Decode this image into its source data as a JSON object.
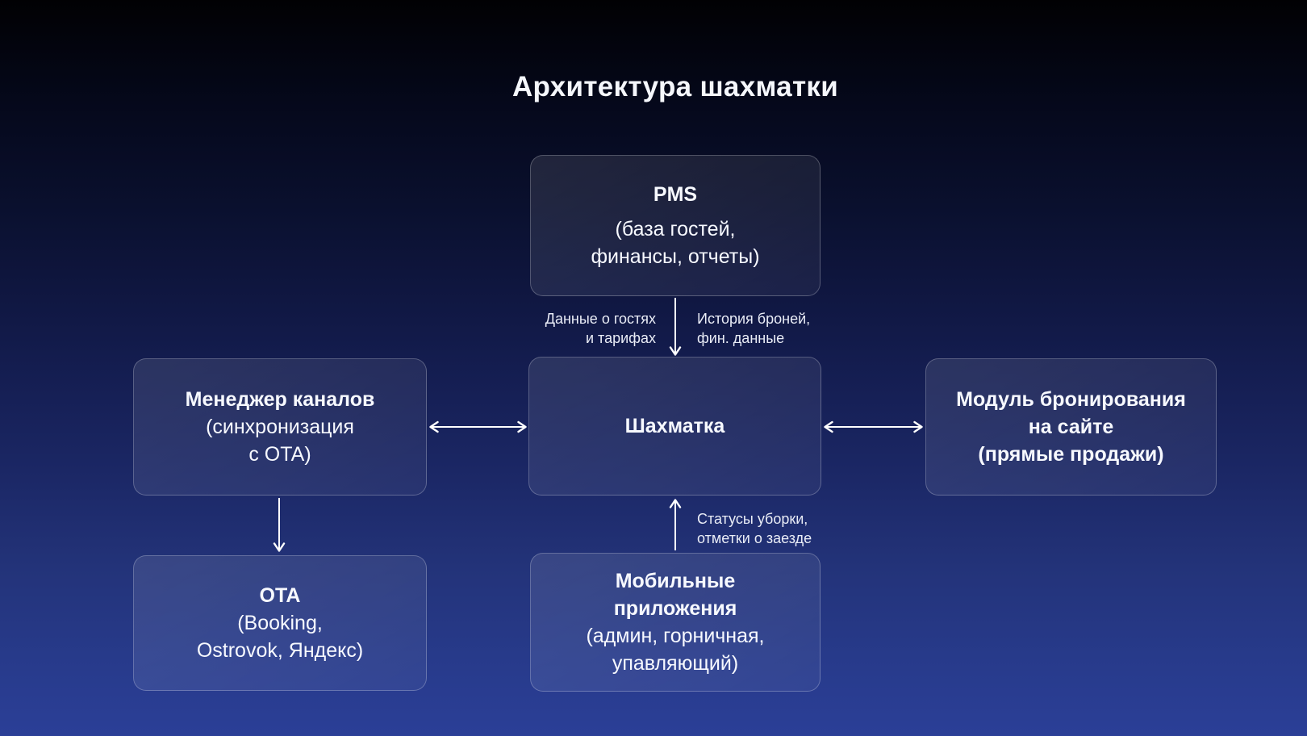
{
  "title": "Архитектура шахматки",
  "nodes": {
    "pms": {
      "title": "PMS",
      "subtitle": "(база гостей,\nфинансы, отчеты)"
    },
    "chessboard": {
      "title": "Шахматка"
    },
    "channel_manager": {
      "title": "Менеджер каналов",
      "subtitle": "(синхронизация\nс OTA)"
    },
    "booking_module": {
      "title": "Модуль бронирования\nна сайте\n(прямые продажи)"
    },
    "ota": {
      "title": "OTA",
      "subtitle": "(Booking,\nOstrovok, Яндекс)"
    },
    "mobile_apps": {
      "title": "Мобильные\nприложения",
      "subtitle": "(админ, горничная,\nупавляющий)"
    }
  },
  "edges": {
    "pms_chessboard": {
      "label_left": "Данные о гостях\nи тарифах",
      "label_right": "История броней,\nфин. данные"
    },
    "mobile_chessboard": {
      "label": "Статусы уборки,\nотметки о заезде"
    }
  },
  "colors": {
    "background_top": "#010103",
    "background_middle": "#141d50",
    "background_bottom": "#2b3f97",
    "node_fill": "rgba(255,255,255,0.08)",
    "node_border": "rgba(255,255,255,0.24)",
    "arrow": "#ffffff",
    "text": "#ffffff"
  }
}
